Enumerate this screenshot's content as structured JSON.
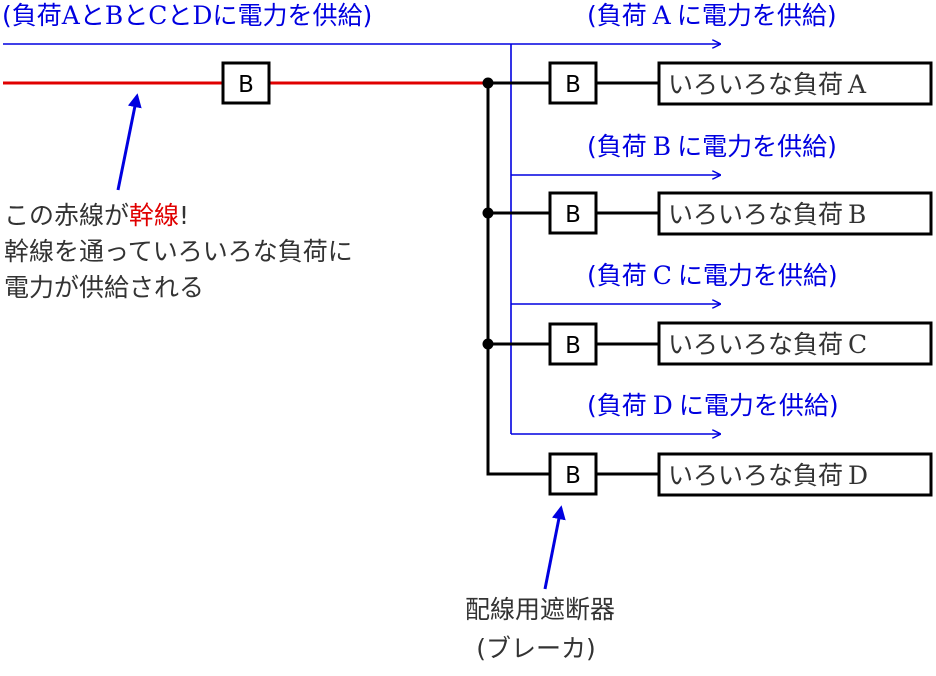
{
  "top_note": {
    "open": "(負荷",
    "load_a": "A",
    "to1": "と",
    "load_b": "B",
    "to2": "と",
    "load_c": "C",
    "to3": "と",
    "load_d": "D",
    "supply": "に電力を供給)"
  },
  "breaker_label": "B",
  "branches": [
    {
      "arrow_open": "(負荷",
      "letter": "A",
      "arrow_close": "に電力を供給)",
      "load_text": "いろいろな負荷",
      "load_letter": "A"
    },
    {
      "arrow_open": "(負荷",
      "letter": "B",
      "arrow_close": "に電力を供給)",
      "load_text": "いろいろな負荷",
      "load_letter": "B"
    },
    {
      "arrow_open": "(負荷",
      "letter": "C",
      "arrow_close": "に電力を供給)",
      "load_text": "いろいろな負荷",
      "load_letter": "C"
    },
    {
      "arrow_open": "(負荷",
      "letter": "D",
      "arrow_close": "に電力を供給)",
      "load_text": "いろいろな負荷",
      "load_letter": "D"
    }
  ],
  "trunk_note": {
    "line1_pre": "この赤線が",
    "line1_highlight": "幹線",
    "line1_post": "!",
    "line2": "幹線を通っていろいろな負荷に",
    "line3": "電力が供給される"
  },
  "breaker_note": {
    "line1": "配線用遮断器",
    "line2": "(ブレーカ)"
  },
  "colors": {
    "trunk": "#e00000",
    "wire": "#000000",
    "arrow": "#0000e0",
    "highlight": "#e00000",
    "text": "#333333"
  }
}
